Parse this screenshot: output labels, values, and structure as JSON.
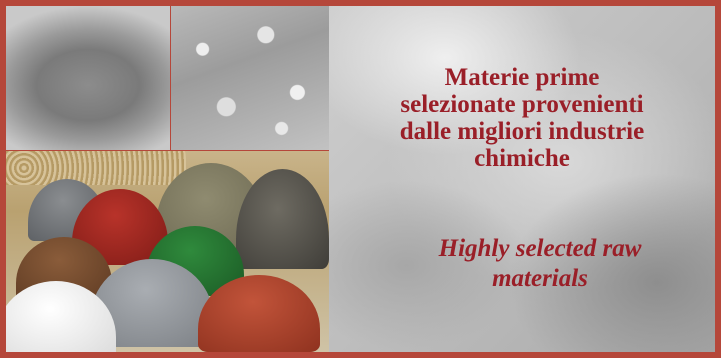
{
  "italian_text": {
    "line1": "Materie prime",
    "line2": "selezionate provenienti",
    "line3": "dalle migliori industrie",
    "line4": "chimiche"
  },
  "english_text": {
    "line1": "Highly selected raw",
    "line2": "materials"
  },
  "colors": {
    "frame": "#b5473a",
    "text": "#9a1f28"
  }
}
